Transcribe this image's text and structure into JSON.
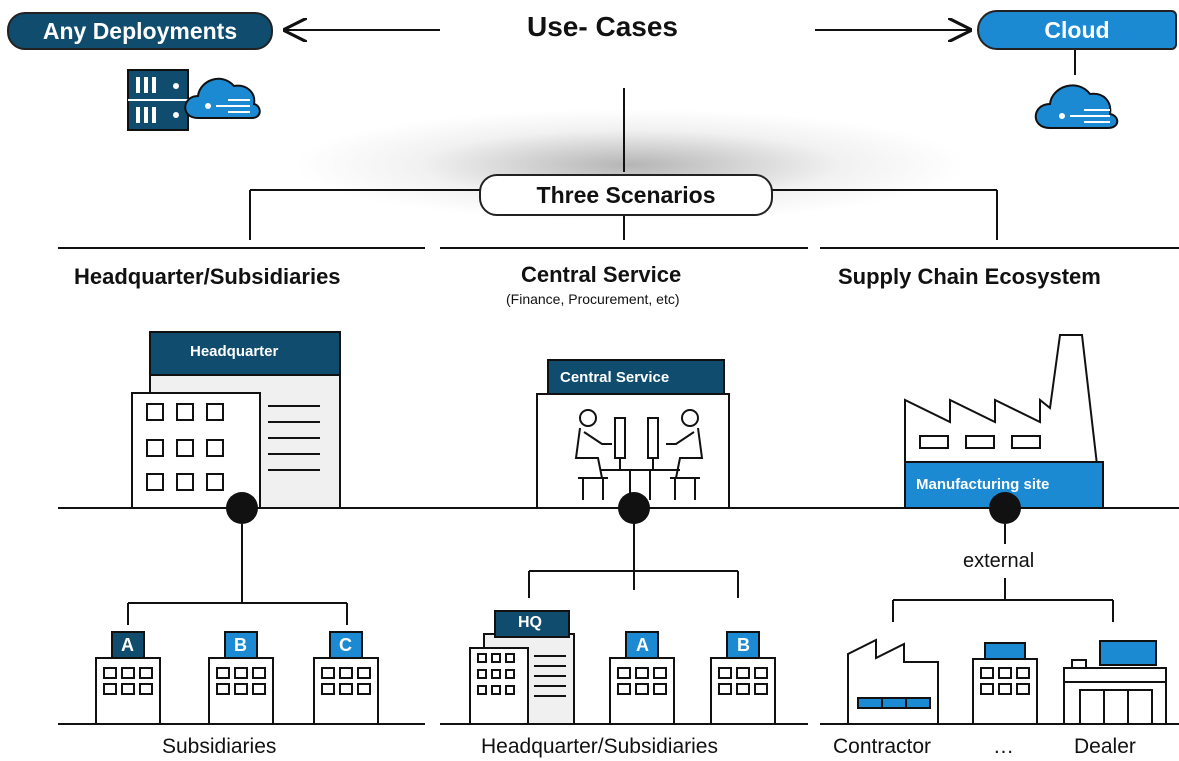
{
  "header": {
    "title": "Use- Cases",
    "left_pill": "Any Deployments",
    "right_pill": "Cloud"
  },
  "scenarios_pill": "Three Scenarios",
  "columns": [
    {
      "title": "Headquarter/Subsidiaries",
      "building_label": "Headquarter",
      "children": [
        "A",
        "B",
        "C"
      ],
      "footer": "Subsidiaries"
    },
    {
      "title": "Central Service",
      "subtitle": "(Finance, Procurement, etc)",
      "building_label": "Central Service",
      "children": [
        "HQ",
        "A",
        "B"
      ],
      "footer": "Headquarter/Subsidiaries"
    },
    {
      "title": "Supply Chain Ecosystem",
      "building_label": "Manufacturing site",
      "link_label": "external",
      "footer_left": "Contractor",
      "footer_mid": "…",
      "footer_right": "Dealer"
    }
  ],
  "colors": {
    "dark_blue": "#0f4c6e",
    "blue": "#1b8ad3",
    "line": "#111111",
    "light_fill": "#f0f0f0"
  },
  "icons": [
    "server-icon",
    "cloud-icon",
    "building-icon",
    "factory-icon",
    "office-workers-icon",
    "store-icon"
  ]
}
